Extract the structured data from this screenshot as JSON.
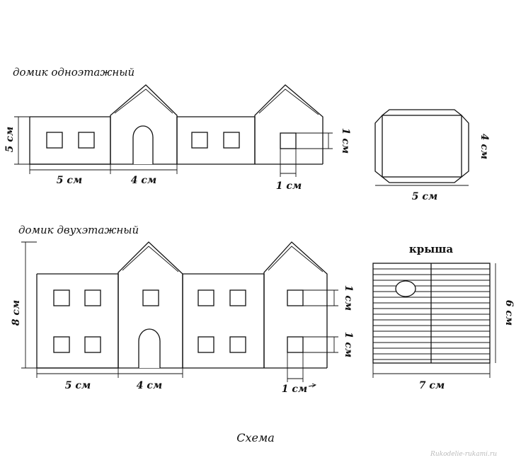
{
  "one_story": {
    "title": "домик одноэтажный",
    "height_label": "5 см",
    "side_width_label": "5 см",
    "center_width_label": "4 см",
    "window_label": "1 см",
    "window_label_below": "1 см"
  },
  "roof_one": {
    "height_label": "4 см",
    "width_label": "5 см"
  },
  "two_story": {
    "title": "домик двухэтажный",
    "height_label": "8 см",
    "side_width_label": "5 см",
    "center_width_label": "4 см",
    "window_label_top": "1 см",
    "window_label_bottom": "1 см",
    "window_label_below": "1 см"
  },
  "roof_two": {
    "title": "крыша",
    "height_label": "6 см",
    "width_label": "7 см"
  },
  "caption": "Схема",
  "watermark": "Rukodelie-rukami.ru"
}
